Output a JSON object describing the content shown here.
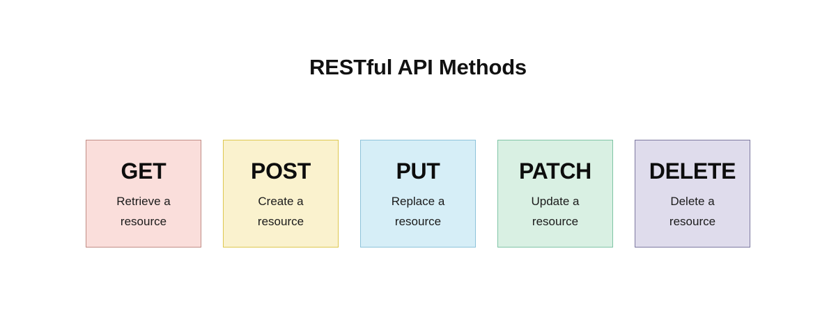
{
  "page": {
    "title": "RESTful API Methods",
    "background_color": "#ffffff"
  },
  "cards": [
    {
      "name": "GET",
      "description": "Retrieve a resource",
      "fill_color": "#fadedb",
      "border_color": "#c08c85"
    },
    {
      "name": "POST",
      "description": "Create a resource",
      "fill_color": "#faf2ce",
      "border_color": "#ddc74f"
    },
    {
      "name": "PUT",
      "description": "Replace a resource",
      "fill_color": "#d6eef7",
      "border_color": "#8dc3da"
    },
    {
      "name": "PATCH",
      "description": "Update a resource",
      "fill_color": "#d9f0e3",
      "border_color": "#7fc4a5"
    },
    {
      "name": "DELETE",
      "description": "Delete a resource",
      "fill_color": "#dfdcec",
      "border_color": "#7c78a0"
    }
  ]
}
